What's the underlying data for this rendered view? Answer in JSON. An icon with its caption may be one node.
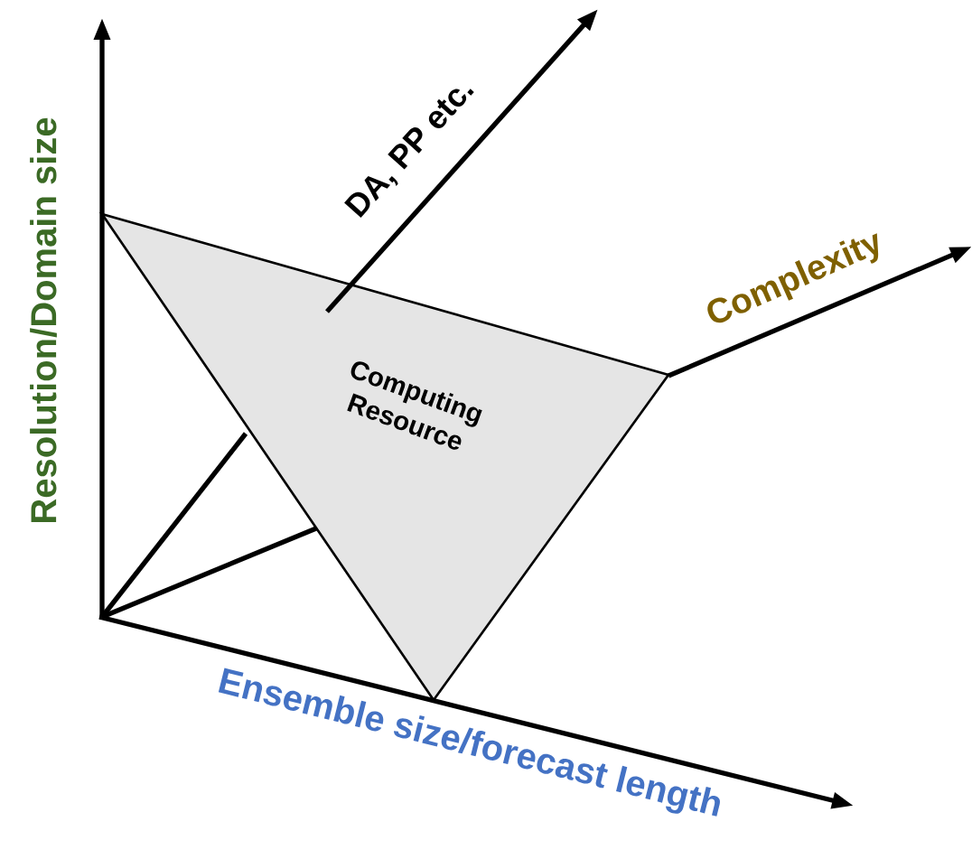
{
  "diagram": {
    "nodes": [
      {
        "text": [
          "Computing Resource"
        ]
      }
    ],
    "labels": [
      "Resolution/Domain size",
      "DA, PP etc.",
      "Complexity",
      "Ensemble size/forecast length"
    ]
  }
}
